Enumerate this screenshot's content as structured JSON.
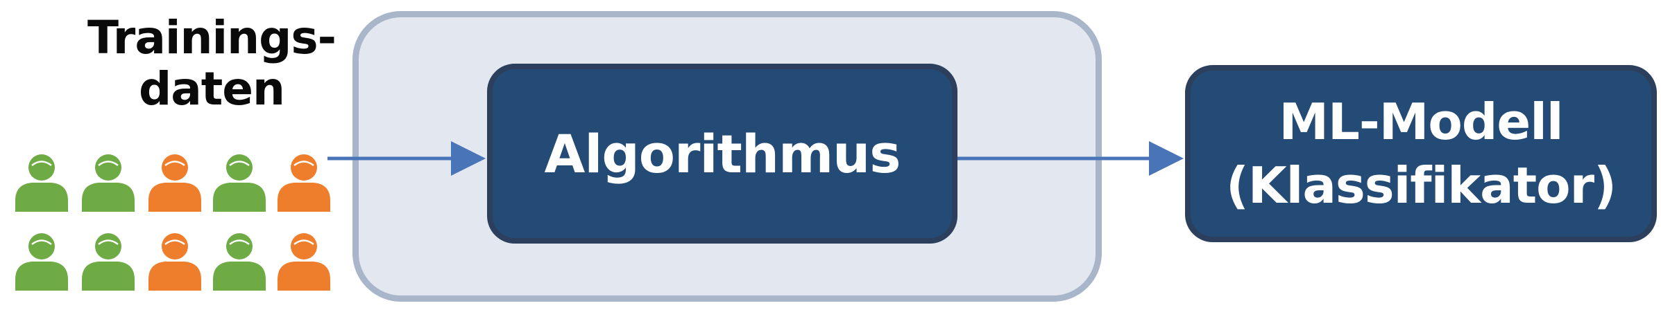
{
  "input_label": {
    "line1": "Trainings-",
    "line2": "daten"
  },
  "algorithm_label": "Algorithmus",
  "model_label": {
    "line1": "ML-Modell",
    "line2": "(Klassifikator)"
  },
  "colors": {
    "green": "#6fab45",
    "orange": "#ef7e2c",
    "box_fill": "#234b76",
    "outer_fill": "#e3e7ef",
    "outer_border": "#a9b6c9",
    "arrow": "#4a74b8"
  },
  "people_grid": [
    [
      "green",
      "green",
      "orange",
      "green",
      "orange"
    ],
    [
      "green",
      "green",
      "orange",
      "green",
      "orange"
    ]
  ]
}
